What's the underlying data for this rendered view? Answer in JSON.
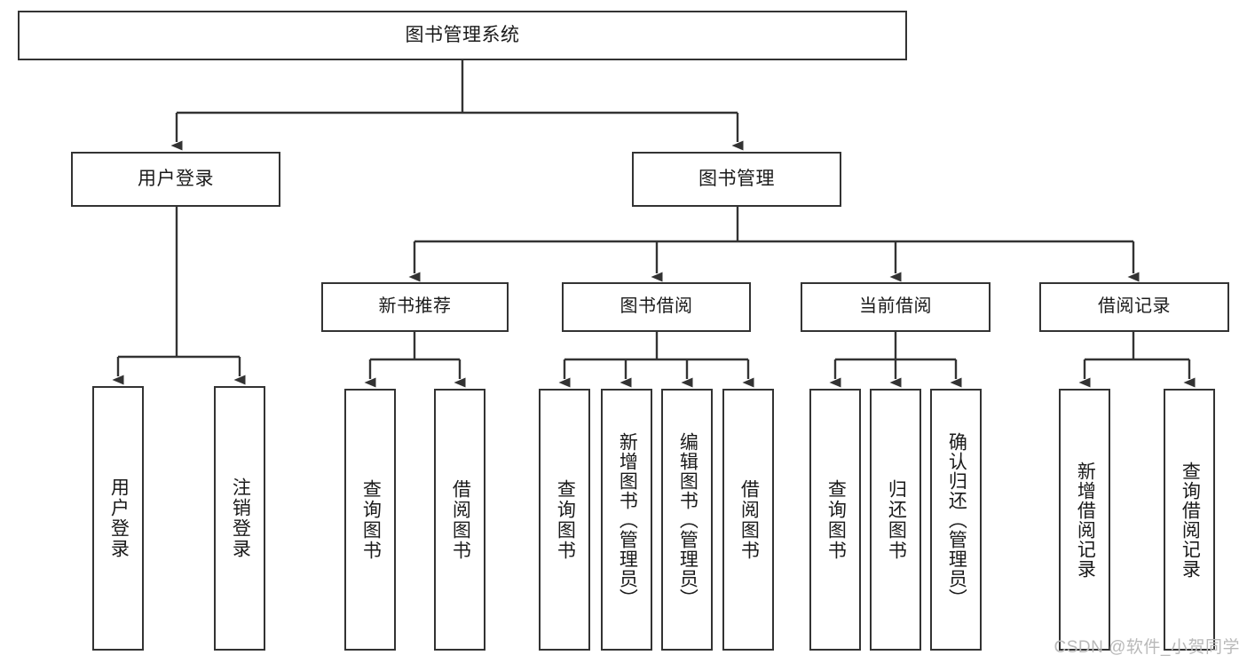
{
  "diagram": {
    "type": "tree",
    "title": "图书管理系统",
    "style": {
      "box_border_color": "#333333",
      "box_fill_color": "#ffffff",
      "edge_color": "#333333",
      "text_color": "#1a1a1a",
      "background": "#ffffff",
      "watermark_color": "#b9b9b9"
    },
    "root": {
      "id": "root",
      "label": "图书管理系统"
    },
    "level2": [
      {
        "id": "user-login",
        "label": "用户登录"
      },
      {
        "id": "book-manage",
        "label": "图书管理"
      }
    ],
    "level3": [
      {
        "id": "new-book-recommend",
        "label": "新书推荐"
      },
      {
        "id": "book-borrow",
        "label": "图书借阅"
      },
      {
        "id": "current-borrow",
        "label": "当前借阅"
      },
      {
        "id": "borrow-record",
        "label": "借阅记录"
      }
    ],
    "leaves": {
      "user-login": [
        {
          "id": "leaf-user-login",
          "label": "用户登录"
        },
        {
          "id": "leaf-logout-login",
          "label": "注销登录"
        }
      ],
      "new-book-recommend": [
        {
          "id": "leaf-query-book-1",
          "label": "查询图书"
        },
        {
          "id": "leaf-borrow-book-1",
          "label": "借阅图书"
        }
      ],
      "book-borrow": [
        {
          "id": "leaf-query-book-2",
          "label": "查询图书"
        },
        {
          "id": "leaf-add-book",
          "label": "新增图书（管理员）"
        },
        {
          "id": "leaf-edit-book",
          "label": "编辑图书（管理员）"
        },
        {
          "id": "leaf-borrow-book-2",
          "label": "借阅图书"
        }
      ],
      "current-borrow": [
        {
          "id": "leaf-query-book-3",
          "label": "查询图书"
        },
        {
          "id": "leaf-return-book",
          "label": "归还图书"
        },
        {
          "id": "leaf-confirm-return",
          "label": "确认归还（管理员）"
        }
      ],
      "borrow-record": [
        {
          "id": "leaf-add-record",
          "label": "新增借阅记录"
        },
        {
          "id": "leaf-query-record",
          "label": "查询借阅记录"
        }
      ]
    }
  },
  "watermark": {
    "text": "CSDN @软件_小贺同学"
  }
}
